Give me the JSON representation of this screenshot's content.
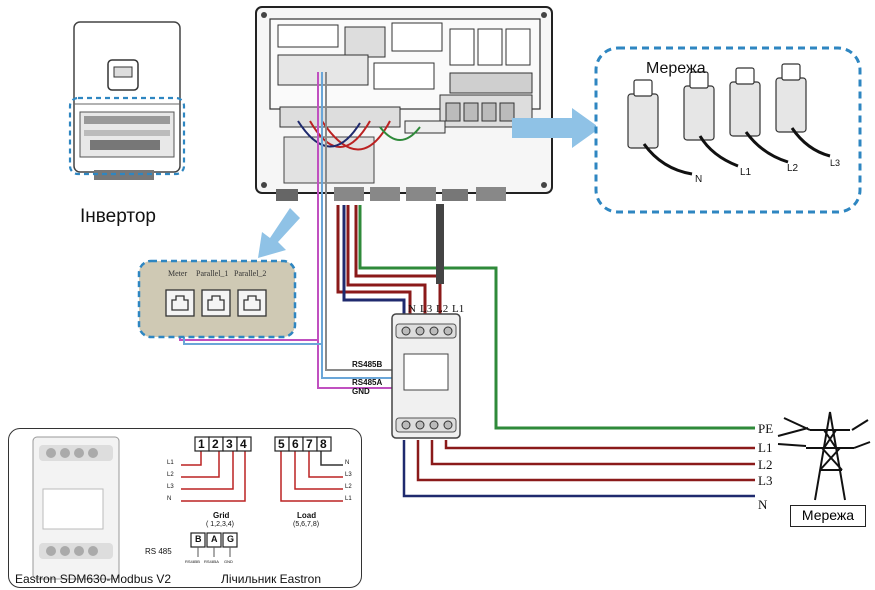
{
  "labels": {
    "inverter": "Інвертор",
    "grid_top": "Мережа",
    "grid_bottom": "Мережа",
    "meter_footer_left": "Eastron SDM630-Modbus V2",
    "meter_footer_right": "Лічильник Eastron"
  },
  "grid_terminals": [
    "N",
    "L1",
    "L2",
    "L3"
  ],
  "comm_ports": [
    "Meter",
    "Parallel_1",
    "Parallel_2"
  ],
  "meter_top_terminals": [
    "N",
    "L3",
    "L2",
    "L1"
  ],
  "rs485_labels": [
    "RS485B",
    "RS485A",
    "GND"
  ],
  "grid_lines": [
    "PE",
    "L1",
    "L2",
    "L3",
    "N"
  ],
  "detail": {
    "grid_numbers": [
      "1",
      "2",
      "3",
      "4"
    ],
    "grid_left_labels": [
      "L1",
      "L2",
      "L3",
      "N"
    ],
    "grid_caption": "Grid",
    "grid_caption_sub": "( 1,2,3,4)",
    "load_numbers": [
      "5",
      "6",
      "7",
      "8"
    ],
    "load_right_labels": [
      "N",
      "L3",
      "L2",
      "L1"
    ],
    "load_caption": "Load",
    "load_caption_sub": "(5,6,7,8)",
    "rs485_title": "RS 485",
    "rs485_terminals": [
      "B",
      "A",
      "G"
    ],
    "rs485_small": [
      "RS485B",
      "RS485A",
      "GND"
    ]
  },
  "colors": {
    "dashed_border": "#2e86c1",
    "arrow": "#8fc2e6",
    "wire_red": "#8b1a1a",
    "wire_blue": "#1f2a6e",
    "wire_green": "#2f8a3a",
    "wire_pink": "#c050c0",
    "wire_lightblue": "#6aa6d8"
  }
}
